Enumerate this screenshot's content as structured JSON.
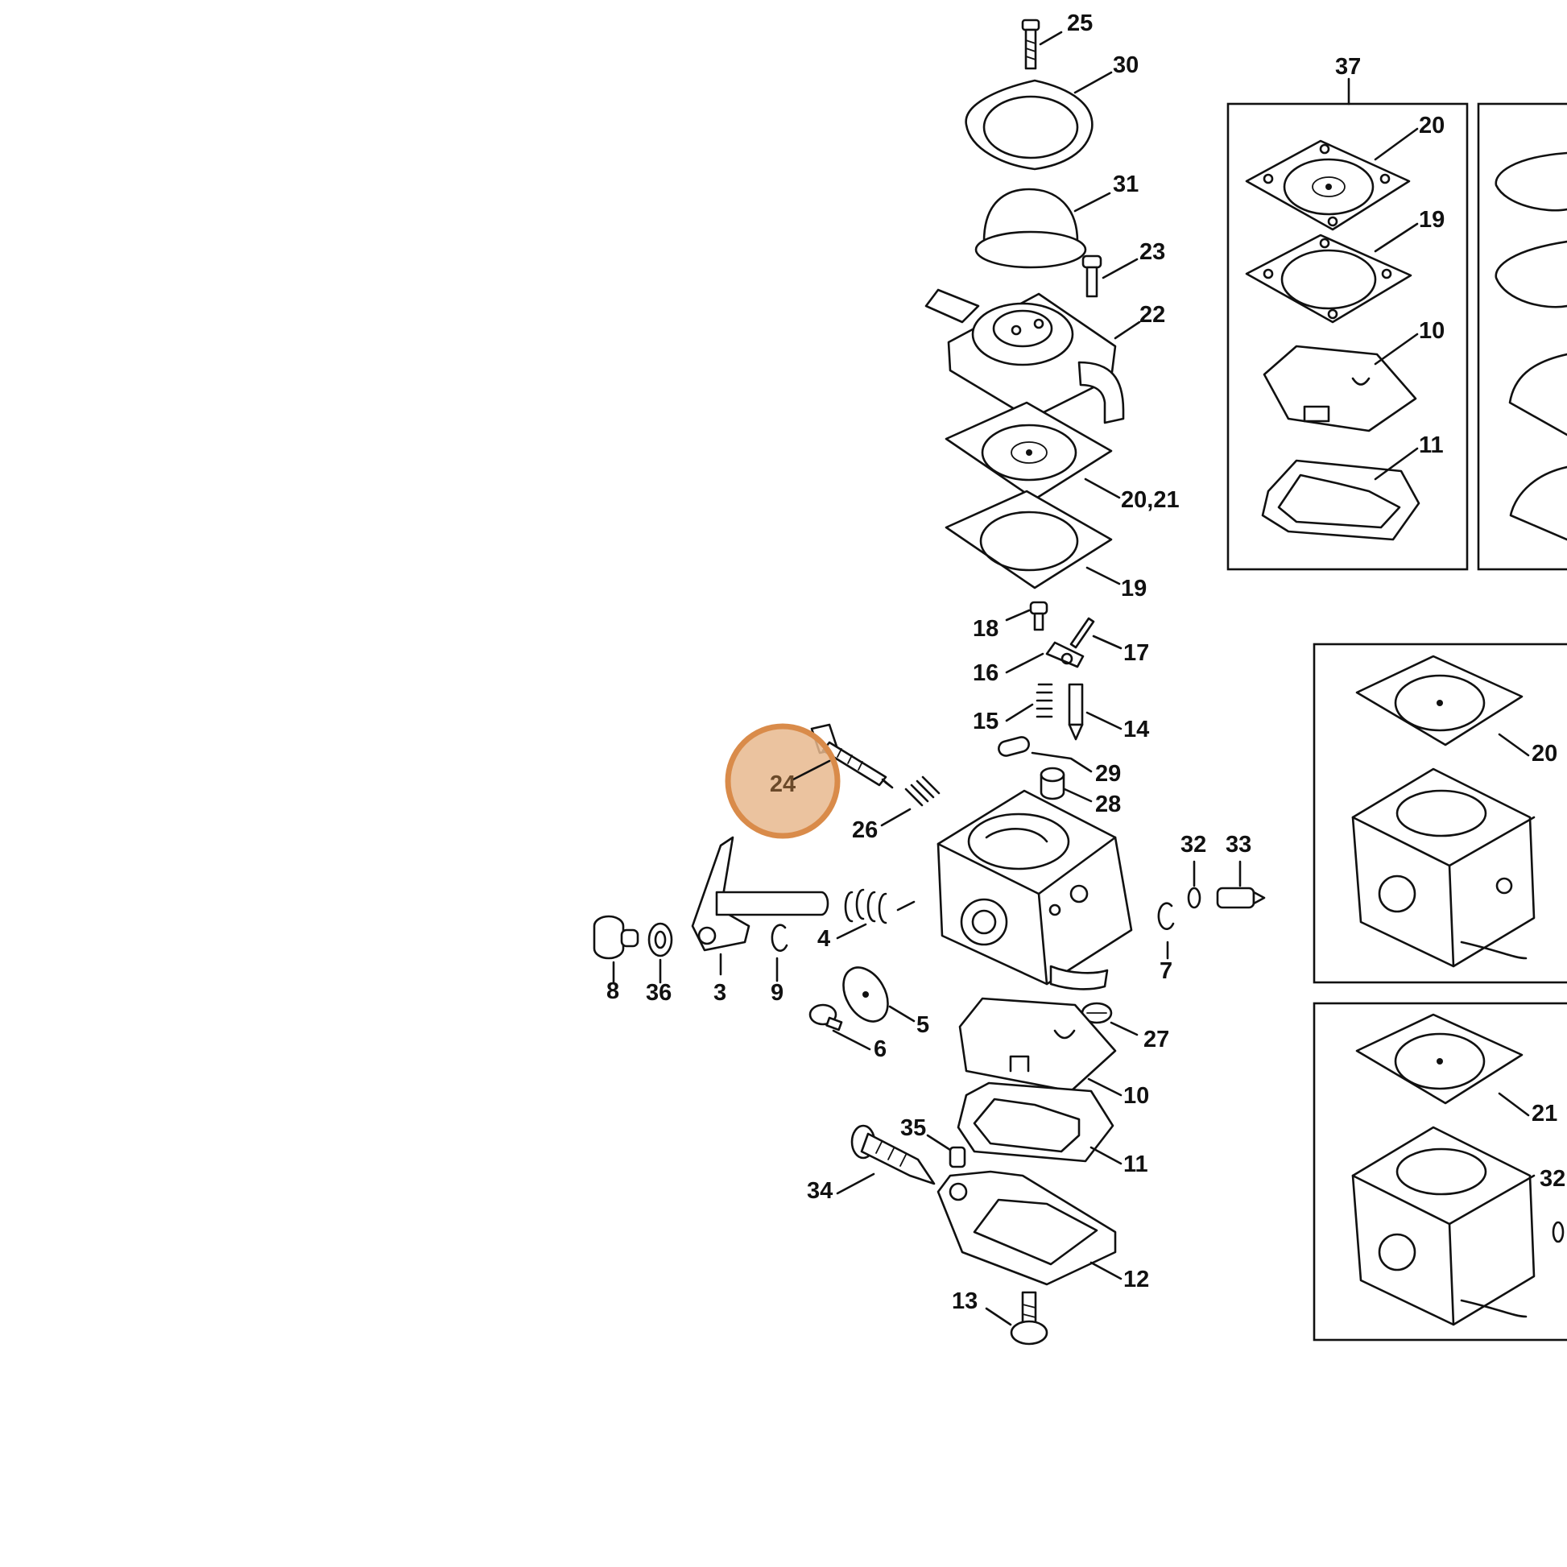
{
  "highlight": {
    "label": "24",
    "fill_color": "#e8b98e",
    "ring_color": "#d98b4a"
  },
  "callouts": [
    "25",
    "30",
    "31",
    "23",
    "22",
    "20,21",
    "19",
    "18",
    "17",
    "16",
    "15",
    "14",
    "29",
    "28",
    "26",
    "4",
    "8",
    "36",
    "3",
    "9",
    "5",
    "6",
    "27",
    "10",
    "11",
    "35",
    "34",
    "12",
    "13",
    "32",
    "33",
    "7",
    "37",
    "20",
    "19",
    "10",
    "11",
    "20",
    "21",
    "32"
  ]
}
